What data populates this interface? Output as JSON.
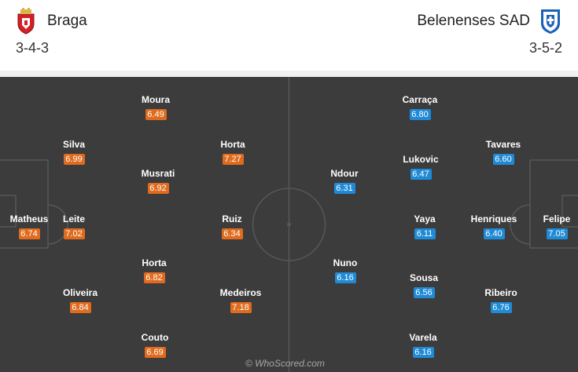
{
  "colors": {
    "home_rating": "#e06b1e",
    "away_rating": "#1f8ad6",
    "pitch": "#3c3c3c"
  },
  "home": {
    "name": "Braga",
    "formation": "3-4-3",
    "crest_icon": "braga-crest-icon",
    "players": [
      {
        "name": "Matheus",
        "rating": "6.74"
      },
      {
        "name": "Silva",
        "rating": "6.99"
      },
      {
        "name": "Leite",
        "rating": "7.02"
      },
      {
        "name": "Oliveira",
        "rating": "6.84"
      },
      {
        "name": "Moura",
        "rating": "6.49"
      },
      {
        "name": "Musrati",
        "rating": "6.92"
      },
      {
        "name": "Horta",
        "rating": "6.82"
      },
      {
        "name": "Couto",
        "rating": "6.69"
      },
      {
        "name": "Horta",
        "rating": "7.27"
      },
      {
        "name": "Ruiz",
        "rating": "6.34"
      },
      {
        "name": "Medeiros",
        "rating": "7.18"
      }
    ]
  },
  "away": {
    "name": "Belenenses SAD",
    "formation": "3-5-2",
    "crest_icon": "belenenses-crest-icon",
    "players": [
      {
        "name": "Felipe",
        "rating": "7.05"
      },
      {
        "name": "Tavares",
        "rating": "6.60"
      },
      {
        "name": "Henriques",
        "rating": "6.40"
      },
      {
        "name": "Ribeiro",
        "rating": "6.76"
      },
      {
        "name": "Carraça",
        "rating": "6.80"
      },
      {
        "name": "Lukovic",
        "rating": "6.47"
      },
      {
        "name": "Yaya",
        "rating": "6.11"
      },
      {
        "name": "Sousa",
        "rating": "6.56"
      },
      {
        "name": "Varela",
        "rating": "6.16"
      },
      {
        "name": "Ndour",
        "rating": "6.31"
      },
      {
        "name": "Nuno",
        "rating": "6.16"
      }
    ]
  },
  "watermark": "© WhoScored.com"
}
